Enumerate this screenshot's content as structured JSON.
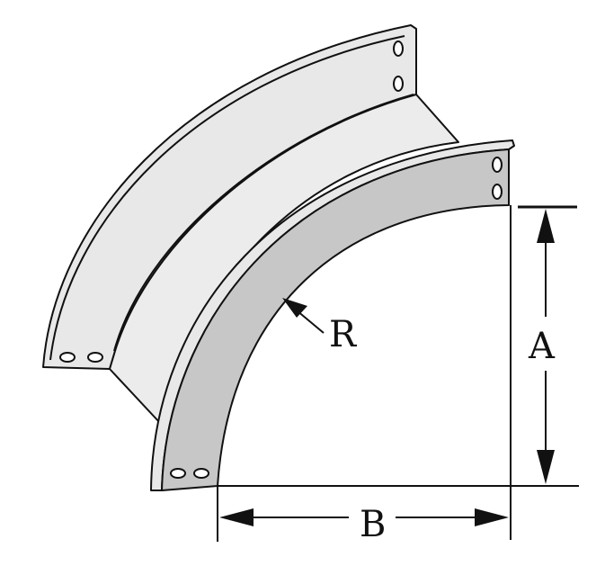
{
  "diagram": {
    "labels": {
      "radius": "R",
      "height": "A",
      "width": "B"
    },
    "colors": {
      "outline": "#111111",
      "far_side_rail": "#e8e8e8",
      "near_side_rail": "#c7c7c7",
      "background": "#ffffff"
    }
  }
}
